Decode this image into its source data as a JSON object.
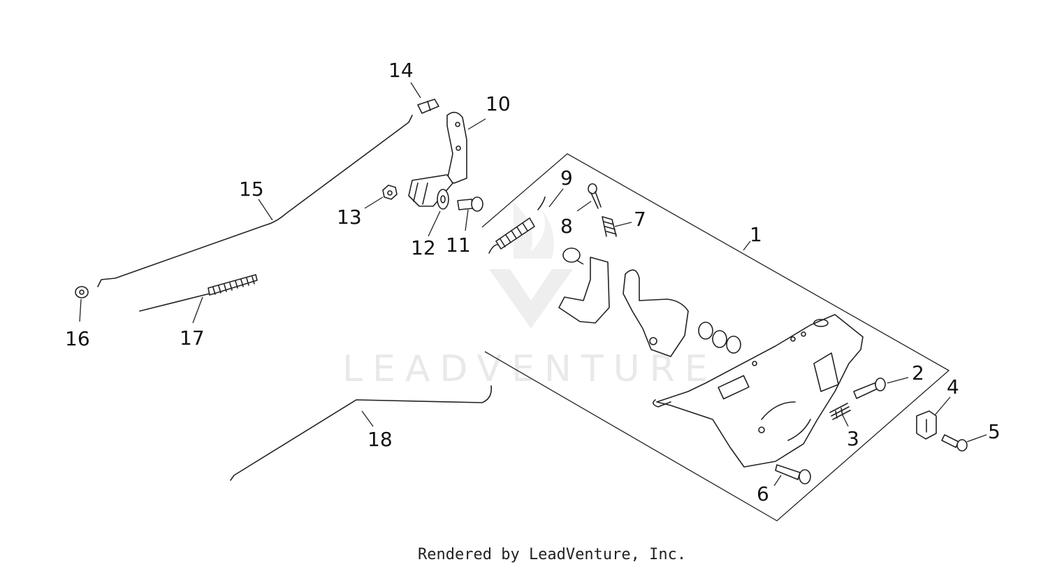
{
  "diagram": {
    "callouts": [
      {
        "id": "1",
        "label": "1"
      },
      {
        "id": "2",
        "label": "2"
      },
      {
        "id": "3",
        "label": "3"
      },
      {
        "id": "4",
        "label": "4"
      },
      {
        "id": "5",
        "label": "5"
      },
      {
        "id": "6",
        "label": "6"
      },
      {
        "id": "7",
        "label": "7"
      },
      {
        "id": "8",
        "label": "8"
      },
      {
        "id": "9",
        "label": "9"
      },
      {
        "id": "10",
        "label": "10"
      },
      {
        "id": "11",
        "label": "11"
      },
      {
        "id": "12",
        "label": "12"
      },
      {
        "id": "13",
        "label": "13"
      },
      {
        "id": "14",
        "label": "14"
      },
      {
        "id": "15",
        "label": "15"
      },
      {
        "id": "16",
        "label": "16"
      },
      {
        "id": "17",
        "label": "17"
      },
      {
        "id": "18",
        "label": "18"
      }
    ],
    "watermark": "LEADVENTURE",
    "footer": "Rendered by LeadVenture, Inc."
  }
}
